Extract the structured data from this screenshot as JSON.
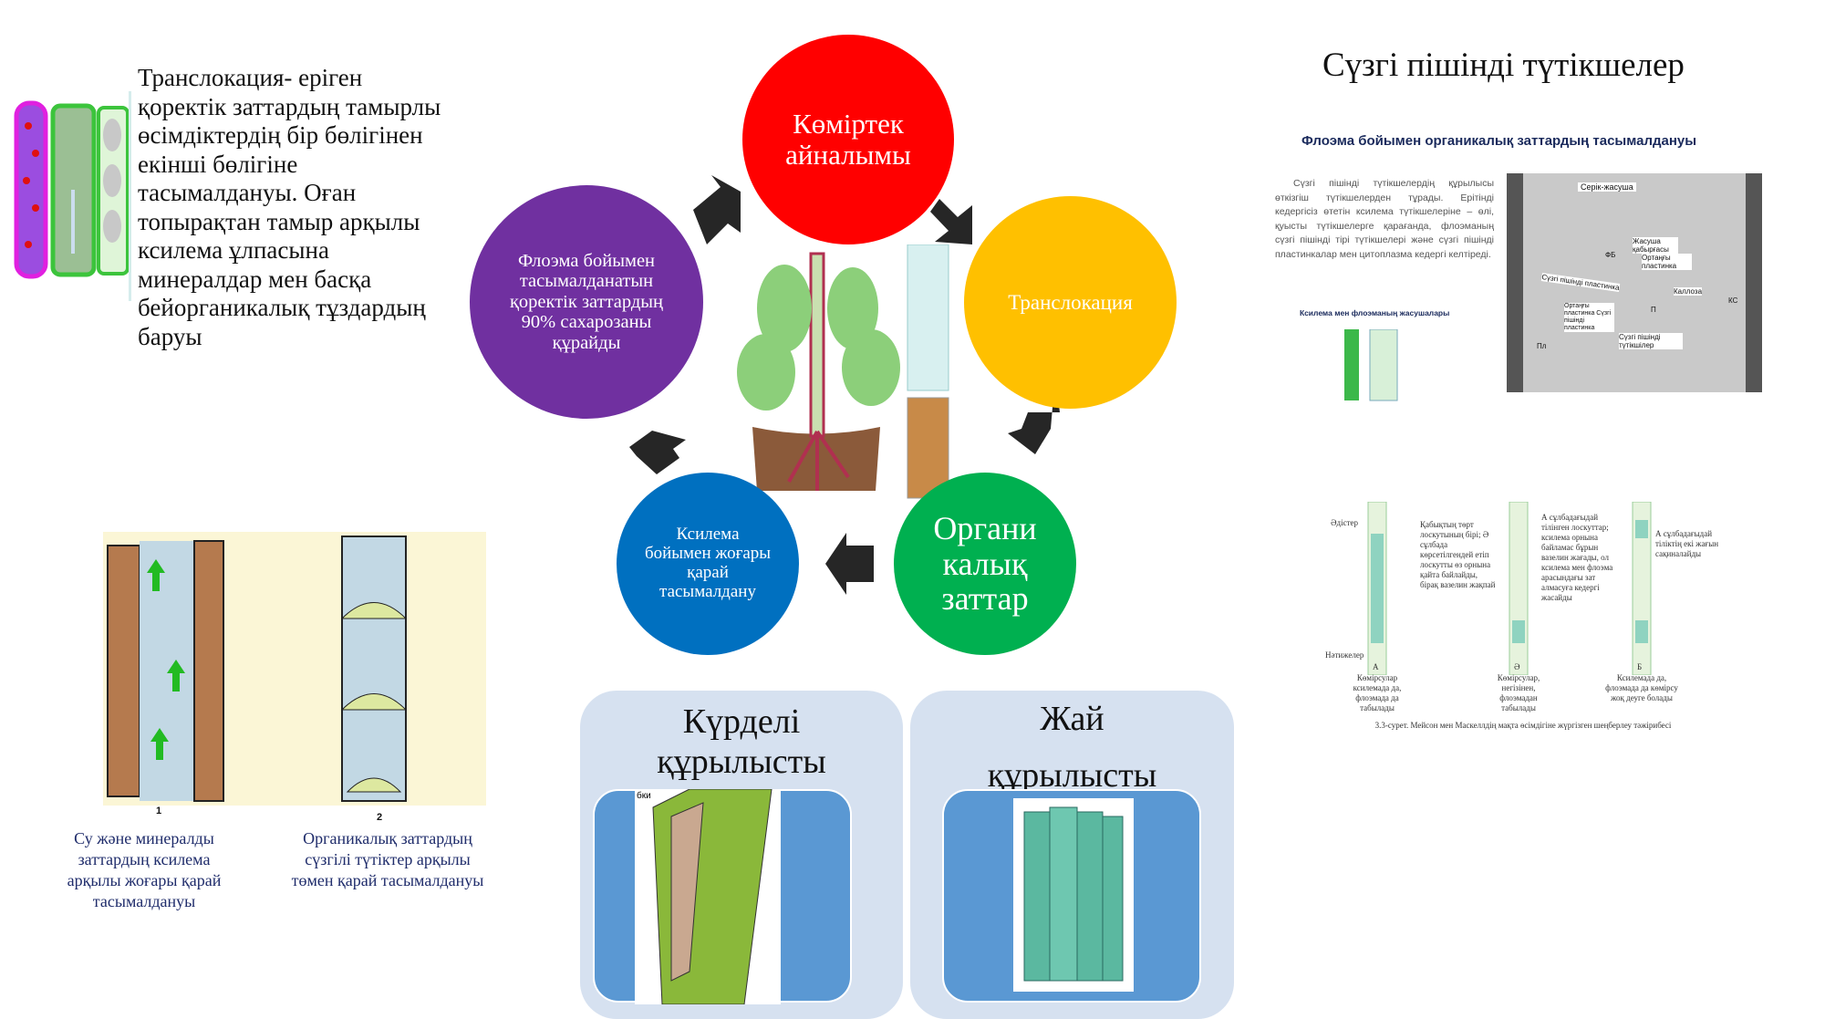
{
  "left_text": "Транслокация- еріген қоректік заттардың тамырлы өсімдіктердің бір бөлігінен екінші бөлігіне тасымалдануы. Оған топырақтан тамыр арқылы ксилема ұлпасына минералдар мен басқа бейорганикалық тұздардың баруы",
  "cycle": {
    "carbon": "Көміртек айналымы",
    "translocation": "Транслокация",
    "organic": "Органи калық заттар",
    "xylem": "Ксилема бойымен жоғары қарай тасымалдану",
    "phloem": "Флоэма бойымен тасымалданатын қоректік заттардың 90% сахарозаны құрайды",
    "colors": {
      "carbon": "#ff0000",
      "translocation": "#ffc000",
      "organic": "#00b050",
      "xylem": "#0070c0",
      "phloem": "#7030a0"
    }
  },
  "bottom_left": {
    "num1": "1",
    "num2": "2",
    "caption1": "Су және минералды заттардың ксилема арқылы жоғары қарай тасымалдануы",
    "caption2": "Органикалық заттардың сүзгілі түтіктер арқылы төмен  қарай тасымалдануы"
  },
  "panels": {
    "complex": "Күрделі құрылысты",
    "simple": "Жай құрылысты",
    "inner_label": "бки"
  },
  "right": {
    "title": "Сүзгі пішінді  түтікшелер",
    "heading": "Флоэма бойымен органикалық заттардың тасымалдануы",
    "paragraph": "Сүзгі пішінді түтікшелердің құрылысы өткізгіш түтікшелерден тұрады. Ерітінді кедергісіз өтетін ксилема түтікшелеріне – өлі, қуысты түтікшелерге қарағанда, флоэманың сүзгі пішінді тірі түтікшелері және сүзгі пішінді пластинкалар мен цитоплазма кедергі келтіреді.",
    "cells_caption": "Ксилема мен флоэманың жасушалары",
    "micro_labels": [
      "Серік-жасуша",
      "Жасуша қабырғасы",
      "ФБ",
      "Ортаңғы пластинка",
      "Сүзгі пішінді пластинка",
      "Каллоза",
      "КС",
      "П",
      "Ортаңғы пластинка Сүзгі пішінді пластинка",
      "Пл",
      "Сүзгі пішінді түтікшілер"
    ],
    "experiment": {
      "side_top": "Әдістер",
      "side_bottom": "Нәтижелер",
      "note_a": "Қабықтың төрт лоскутының бірі; Ә сұлбада көрсетілгендей етіп лоскутты өз орнына қайта байлайды, бірақ вазелин жақпай",
      "note_b": "А сұлбадағыдай тілінген лоскуттар; ксилема орнына байламас бұрын вазелин жағады, ол ксилема мен флоэма арасындағы зат алмасуға кедергі жасайды",
      "note_c": "А сұлбадағыдай тіліктің екі жағын сақиналайды",
      "letters": [
        "А",
        "Ә",
        "Б"
      ],
      "results": [
        "Көмірсулар ксилемада да, флоэмада да табылады",
        "Көмірсулар, негізінен, флоэмадан табылады",
        "Ксилемада да, флоэмада да көмірсу жоқ деуге болады"
      ],
      "caption": "3.3-сурет. Мейсон мен Маскеллдің мақта өсімдігіне жүргізген шеңберлеу тәжірибесі"
    }
  }
}
